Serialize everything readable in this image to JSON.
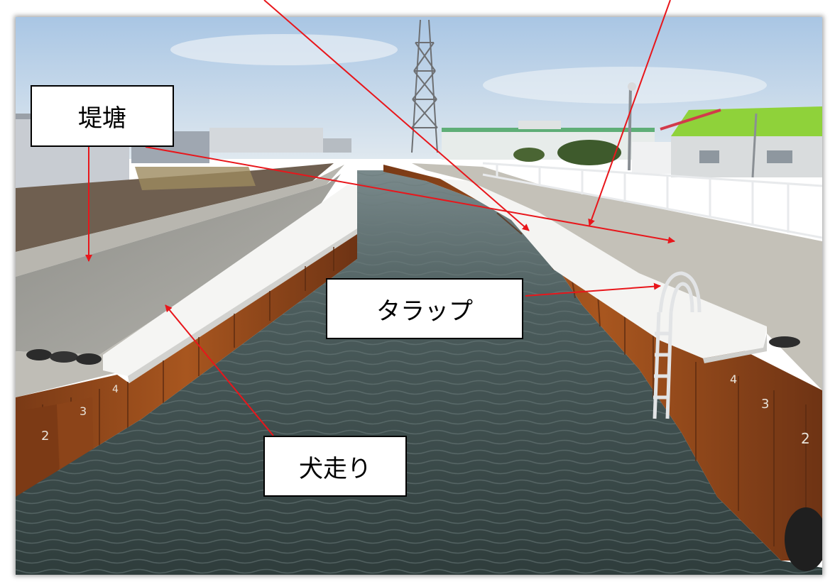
{
  "callouts": {
    "embankment": "堤塘",
    "ladder": "タラップ",
    "berm": "犬走り"
  },
  "colors": {
    "arrow": "#e8161b",
    "water": "#3a4a4a",
    "sheet_pile_rust": "#9b4a1e",
    "concrete_coping": "#f2f2f2",
    "roof_green": "#8fd23a",
    "sky": "#c7d9ea"
  }
}
